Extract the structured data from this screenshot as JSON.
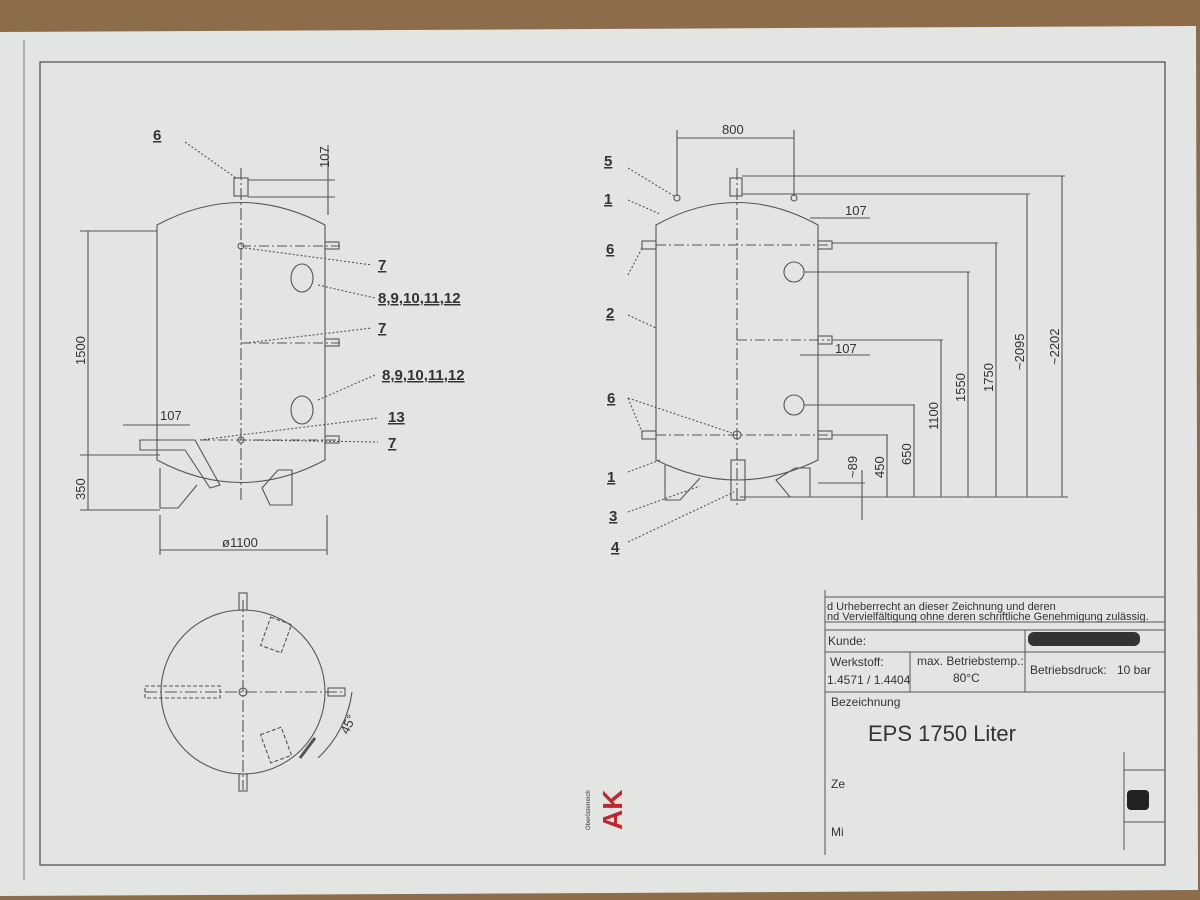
{
  "drawing": {
    "front_view": {
      "labels": [
        "6",
        "7",
        "8,9,10,11,12",
        "7",
        "8,9,10,11,12",
        "13",
        "7"
      ],
      "dimensions": {
        "top_nozzle": "107",
        "height_body": "1500",
        "foot": "350",
        "side_nozzle": "107",
        "diameter": "ø1100"
      }
    },
    "side_view": {
      "labels": [
        "5",
        "1",
        "6",
        "2",
        "6",
        "1",
        "3",
        "4"
      ],
      "dimensions": {
        "width": "800",
        "nozzle_a": "107",
        "nozzle_b": "107",
        "h89": "~89",
        "h450": "450",
        "h650": "650",
        "h1100": "1100",
        "h1550": "1550",
        "h1750": "1750",
        "h2095": "~2095",
        "h2202": "~2202"
      }
    },
    "top_view": {
      "angle": "45°"
    },
    "logo": {
      "text": "AK",
      "subtext": "Oberösterreich",
      "color": "#c0282d"
    }
  },
  "title_block": {
    "copyright_line1": "d Urheberrecht an dieser Zeichnung und deren",
    "copyright_line2": "nd Vervielfältigung ohne deren schriftliche Genehmigung zulässig.",
    "kunde_label": "Kunde:",
    "werkstoff_label": "Werkstoff:",
    "werkstoff_value": "1.4571 / 1.4404",
    "temp_label": "max. Betriebstemp.:",
    "temp_value": "80°C",
    "druck_label": "Betriebsdruck:",
    "druck_value": "10 bar",
    "bezeichnung_label": "Bezeichnung",
    "bezeichnung_value": "EPS 1750 Liter",
    "row_ze": "Ze",
    "row_mi": "Mi"
  }
}
